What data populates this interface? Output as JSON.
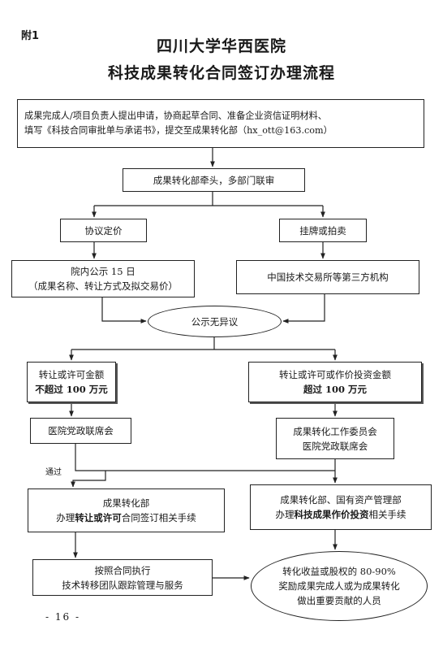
{
  "header": {
    "appendix": "附1",
    "title_line1": "四川大学华西医院",
    "title_line2": "科技成果转化合同签订办理流程"
  },
  "flow": {
    "step1_line1": "成果完成人/项目负责人提出申请，协商起草合同、准备企业资信证明材料、",
    "step1_line2": "填写《科技合同审批单与承诺书》，提交至成果转化部（hx_ott@163.com）",
    "step2": "成果转化部牵头，多部门联审",
    "branch_left": "协议定价",
    "branch_right": "挂牌或拍卖",
    "publicity_line1": "院内公示 15 日",
    "publicity_line2": "（成果名称、转让方式及拟交易价）",
    "third_party": "中国技术交易所等第三方机构",
    "no_objection": "公示无异议",
    "left_cond_line1": "转让或许可金额",
    "left_cond_line2": "不超过 100 万元",
    "right_cond_line1": "转让或许可或作价投资金额",
    "right_cond_line2": "超过 100 万元",
    "left_meeting": "医院党政联席会",
    "right_meeting_line1": "成果转化工作委员会",
    "right_meeting_line2": "医院党政联席会",
    "pass_label": "通过",
    "left_handle_line1": "成果转化部",
    "left_handle_line2_pre": "办理",
    "left_handle_line2_bold": "转让或许可",
    "left_handle_line2_post": "合同签订相关手续",
    "right_handle_line1": "成果转化部、国有资产管理部",
    "right_handle_line2_pre": "办理",
    "right_handle_line2_bold": "科技成果作价投资",
    "right_handle_line2_post": "相关手续",
    "execute_line1": "按照合同执行",
    "execute_line2": "技术转移团队跟踪管理与服务",
    "reward_line1": "转化收益或股权的 80-90%",
    "reward_line2": "奖励成果完成人或为成果转化",
    "reward_line3": "做出重要贡献的人员"
  },
  "footer": {
    "page_number": "- 16 -"
  }
}
